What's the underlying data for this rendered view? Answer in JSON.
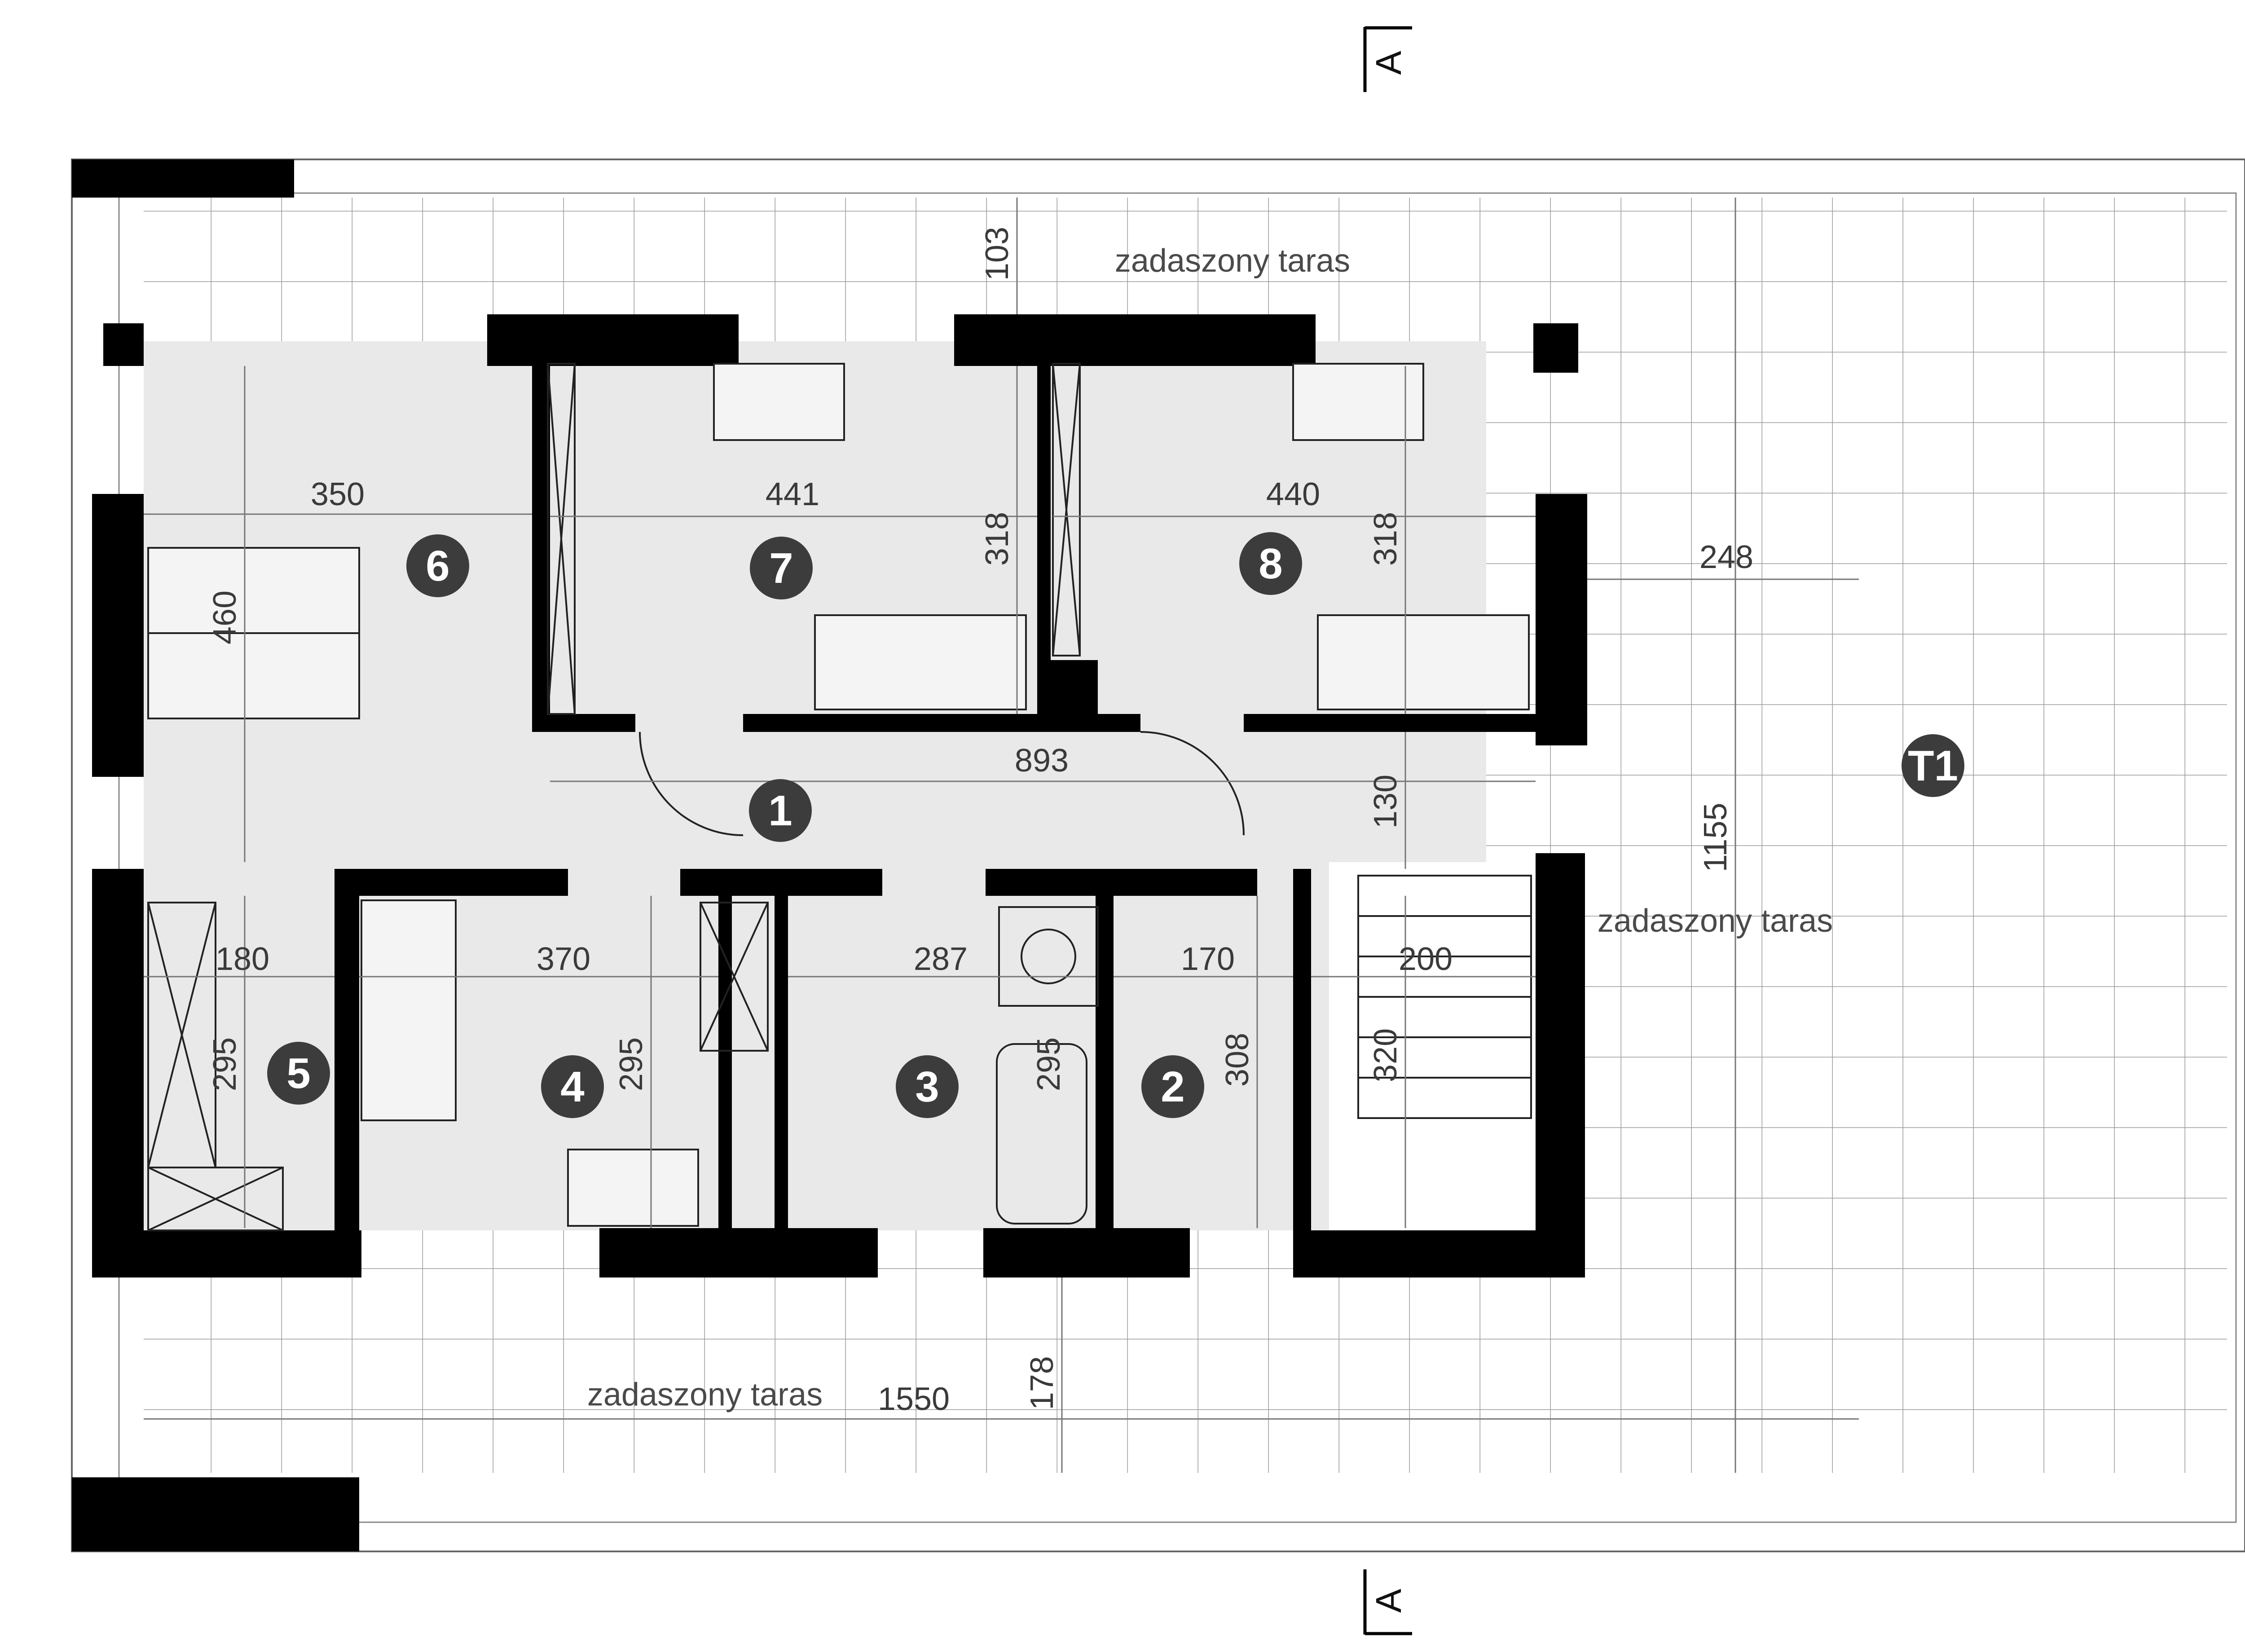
{
  "section_marker": {
    "top": "A",
    "bottom": "A"
  },
  "rooms": [
    {
      "id": "1",
      "label": "1"
    },
    {
      "id": "2",
      "label": "2"
    },
    {
      "id": "3",
      "label": "3"
    },
    {
      "id": "4",
      "label": "4"
    },
    {
      "id": "5",
      "label": "5"
    },
    {
      "id": "6",
      "label": "6"
    },
    {
      "id": "7",
      "label": "7"
    },
    {
      "id": "8",
      "label": "8"
    },
    {
      "id": "T1",
      "label": "T1"
    }
  ],
  "terrace_labels": {
    "top": "zadaszony taras",
    "right": "zadaszony taras",
    "bottom": "zadaszony taras"
  },
  "dimensions": {
    "terrace_top_depth": "103",
    "room6_width": "350",
    "room6_depth": "460",
    "room7_width": "441",
    "room7_depth": "318",
    "room8_width": "440",
    "room8_depth": "318",
    "terrace_right_width": "248",
    "hall_length": "893",
    "hall_width": "130",
    "overall_depth": "1155",
    "room5_width": "180",
    "room5_depth": "295",
    "room4_width": "370",
    "room4_depth": "295",
    "room3_width": "287",
    "room3_depth": "295",
    "room2_width": "170",
    "room2_depth": "308",
    "stair_width": "200",
    "stair_depth": "320",
    "terrace_bottom_depth": "178",
    "overall_width": "1550"
  },
  "colors": {
    "wall": "#000000",
    "room_fill": "#e9e9e9",
    "grid": "#9a9a9a",
    "badge": "#3c3c3c",
    "badge_text": "#ffffff",
    "dim_line": "#777777"
  }
}
